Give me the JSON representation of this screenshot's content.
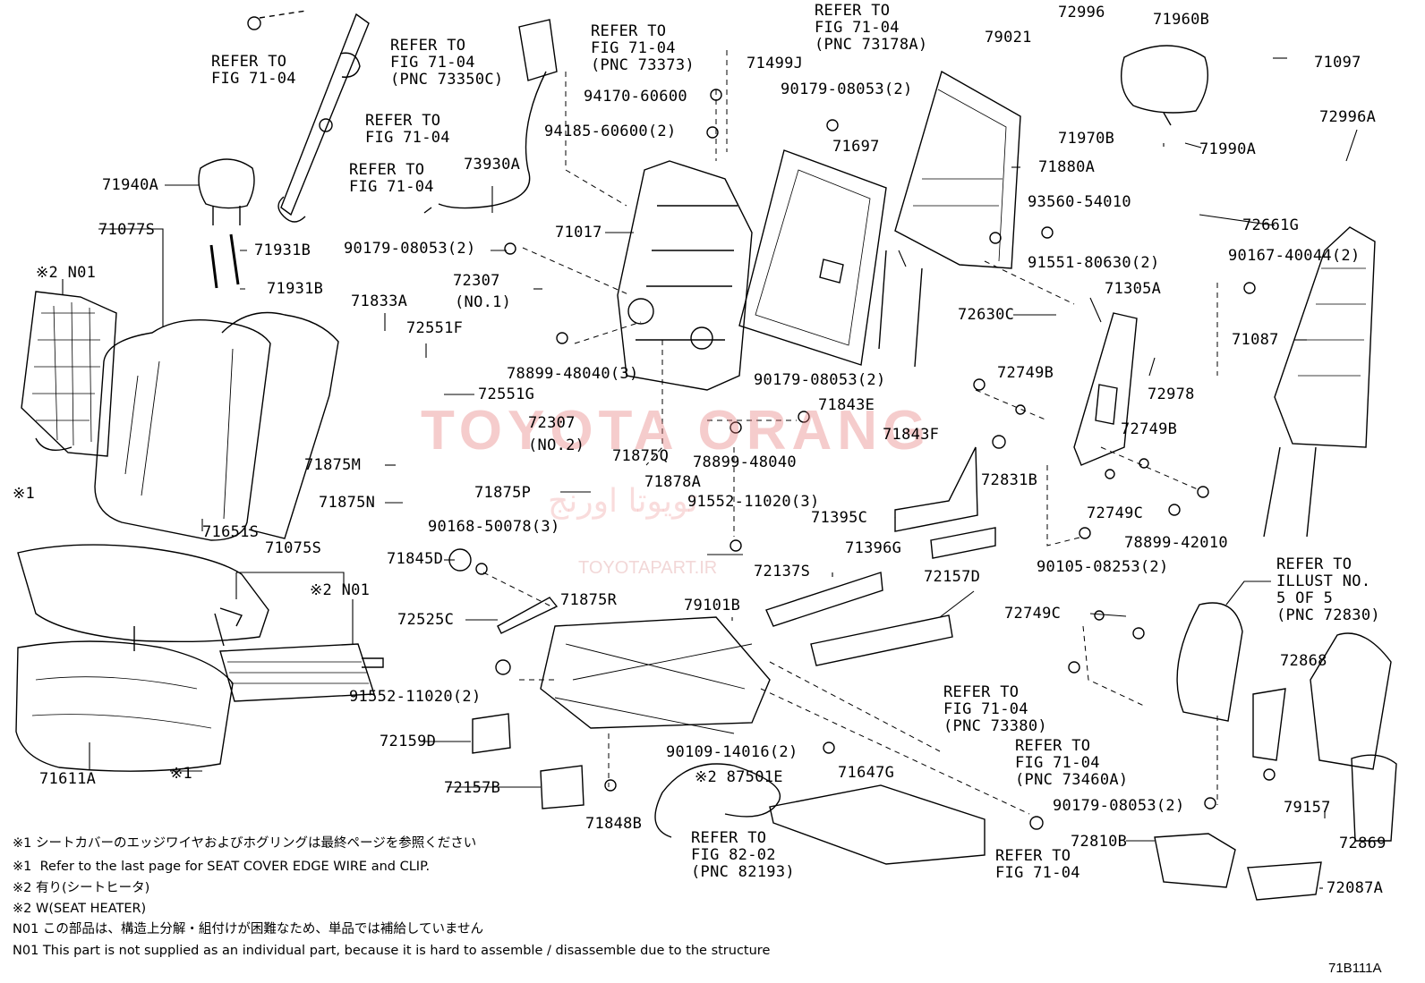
{
  "watermark": {
    "main": "TOYOTA ORANG",
    "arabic": "تويوتا اورنج",
    "site": "TOYOTAPART.IR"
  },
  "diagram_code": "71B111A",
  "notes": [
    "※1 シートカバーのエッジワイヤおよびホグリングは最終ページを参照ください",
    "※1  Refer to the last page for SEAT COVER EDGE WIRE and CLIP.",
    "※2 有り(シートヒータ)",
    "※2 W(SEAT HEATER)",
    "N01 この部品は、構造上分解・組付けが困難なため、単品では補給していません",
    "N01 This part is not supplied as an individual part, because it is hard to assemble / disassemble due to the structure"
  ],
  "labels": {
    "l01": "REFER TO\nFIG 71-04",
    "l02": "REFER TO\nFIG 71-04\n(PNC 73350C)",
    "l03": "REFER TO\nFIG 71-04",
    "l04": "REFER TO\nFIG 71-04",
    "l05": "71940A",
    "l06": "73930A",
    "l07": "REFER TO\nFIG 71-04\n(PNC 73373)",
    "l08": "REFER TO\nFIG 71-04\n(PNC 73178A)",
    "l09": "79021",
    "l10": "72996",
    "l11": "71960B",
    "l12": "71097",
    "l13": "94170-60600",
    "l14": "94185-60600(2)",
    "l15": "71499J",
    "l16": "90179-08053(2)",
    "l17": "71697",
    "l18": "71880A",
    "l19": "71970B",
    "l20": "71990A",
    "l21": "72996A",
    "l22": "71077S",
    "l23": "※2 N01",
    "l24": "71931B",
    "l25": "71931B",
    "l26": "71017",
    "l27": "90179-08053(2)",
    "l28": "93560-54010",
    "l29": "72661G",
    "l30": "91551-80630(2)",
    "l31": "90167-40044(2)",
    "l32": "72307",
    "l33": "(NO.1)",
    "l34": "71833A",
    "l35": "72551F",
    "l36": "71305A",
    "l37": "72630C",
    "l38": "71087",
    "l39": "78899-48040(3)",
    "l40": "72551G",
    "l41": "90179-08053(2)",
    "l42": "72749B",
    "l43": "72978",
    "l44": "72307",
    "l45": "(NO.2)",
    "l46": "71843E",
    "l47": "71843F",
    "l48": "72749B",
    "l49": "71875M",
    "l50": "78899-48040",
    "l51": "71875Q",
    "l52": "72831B",
    "l53": "※1",
    "l54": "71875N",
    "l55": "71875P",
    "l56": "71878A",
    "l57": "91552-11020(3)",
    "l58": "72749C",
    "l59": "71395C",
    "l60": "71651S",
    "l61": "90168-50078(3)",
    "l62": "78899-42010",
    "l63": "71396G",
    "l64": "71075S",
    "l65": "71845D",
    "l66": "90105-08253(2)",
    "l67": "※2 N01",
    "l68": "72137S",
    "l69": "72157D",
    "l70": "REFER TO\nILLUST NO.\n5 OF 5\n(PNC 72830)",
    "l71": "71875R",
    "l72": "72525C",
    "l73": "79101B",
    "l74": "72749C",
    "l75": "72868",
    "l76": "91552-11020(2)",
    "l77": "REFER TO\nFIG 71-04\n(PNC 73380)",
    "l78": "72159D",
    "l79": "90109-14016(2)",
    "l80": "REFER TO\nFIG 71-04\n(PNC 73460A)",
    "l81": "71611A",
    "l82": "※1",
    "l83": "※2 87501E",
    "l84": "71647G",
    "l85": "72157B",
    "l86": "90179-08053(2)",
    "l87": "79157",
    "l88": "71848B",
    "l89": "REFER TO\nFIG 82-02\n(PNC 82193)",
    "l90": "REFER TO\nFIG 71-04",
    "l91": "72810B",
    "l92": "72869",
    "l93": "72087A"
  }
}
